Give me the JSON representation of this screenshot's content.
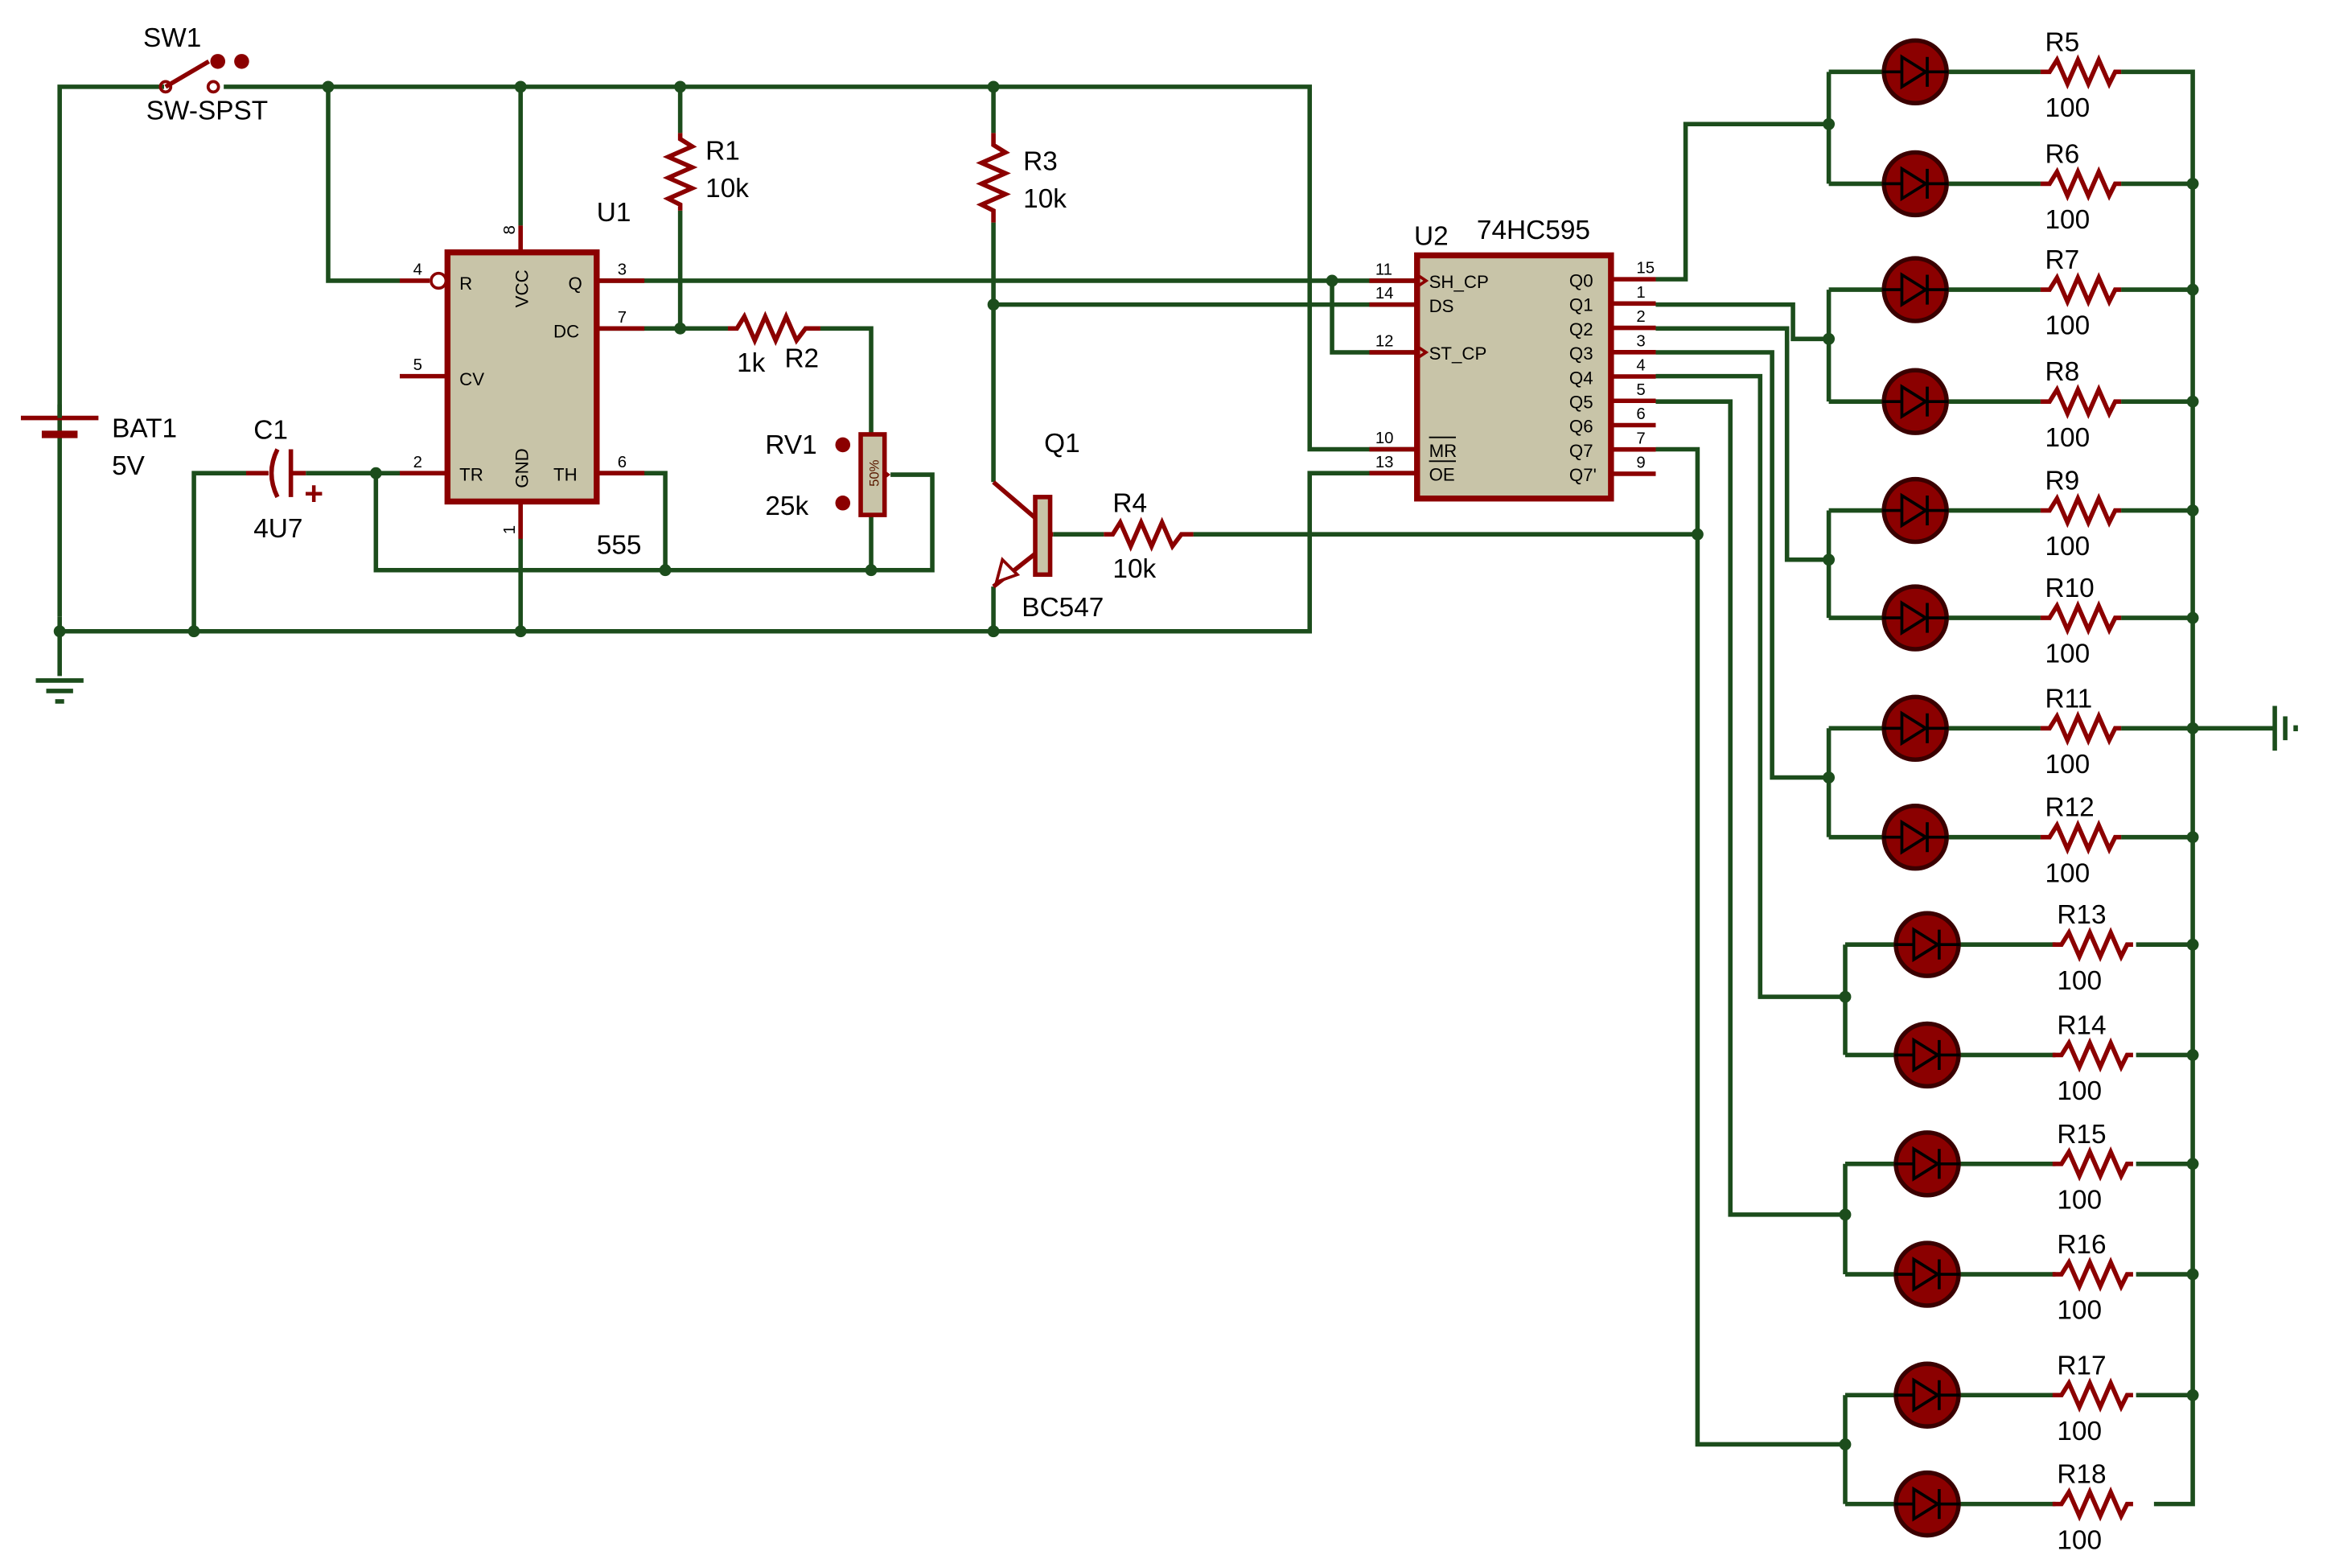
{
  "components": {
    "sw1": {
      "ref": "SW1",
      "value": "SW-SPST"
    },
    "bat1": {
      "ref": "BAT1",
      "value": "5V"
    },
    "c1": {
      "ref": "C1",
      "value": "4U7"
    },
    "r1": {
      "ref": "R1",
      "value": "10k"
    },
    "r2": {
      "ref": "R2",
      "value": "1k"
    },
    "r3": {
      "ref": "R3",
      "value": "10k"
    },
    "r4": {
      "ref": "R4",
      "value": "10k"
    },
    "rv1": {
      "ref": "RV1",
      "value": "25k",
      "wiper": "50%"
    },
    "q1": {
      "ref": "Q1",
      "value": "BC547"
    },
    "u1": {
      "ref": "U1",
      "value": "555",
      "pins": {
        "reset": "R",
        "cv": "CV",
        "tr": "TR",
        "q": "Q",
        "dc": "DC",
        "th": "TH",
        "vcc": "VCC",
        "gnd": "GND"
      },
      "pin_numbers": {
        "reset": "4",
        "cv": "5",
        "tr": "2",
        "q": "3",
        "dc": "7",
        "th": "6",
        "vcc": "8",
        "gnd": "1"
      }
    },
    "u2": {
      "ref": "U2",
      "value": "74HC595",
      "left_pins": [
        {
          "num": "11",
          "name": "SH_CP"
        },
        {
          "num": "14",
          "name": "DS"
        },
        {
          "num": "12",
          "name": "ST_CP"
        },
        {
          "num": "10",
          "name": "MR"
        },
        {
          "num": "13",
          "name": "OE"
        }
      ],
      "right_pins": [
        {
          "num": "15",
          "name": "Q0"
        },
        {
          "num": "1",
          "name": "Q1"
        },
        {
          "num": "2",
          "name": "Q2"
        },
        {
          "num": "3",
          "name": "Q3"
        },
        {
          "num": "4",
          "name": "Q4"
        },
        {
          "num": "5",
          "name": "Q5"
        },
        {
          "num": "6",
          "name": "Q6"
        },
        {
          "num": "7",
          "name": "Q7"
        },
        {
          "num": "9",
          "name": "Q7'"
        }
      ]
    },
    "led_resistors": [
      {
        "ref": "R5",
        "value": "100"
      },
      {
        "ref": "R6",
        "value": "100"
      },
      {
        "ref": "R7",
        "value": "100"
      },
      {
        "ref": "R8",
        "value": "100"
      },
      {
        "ref": "R9",
        "value": "100"
      },
      {
        "ref": "R10",
        "value": "100"
      },
      {
        "ref": "R11",
        "value": "100"
      },
      {
        "ref": "R12",
        "value": "100"
      },
      {
        "ref": "R13",
        "value": "100"
      },
      {
        "ref": "R14",
        "value": "100"
      },
      {
        "ref": "R15",
        "value": "100"
      },
      {
        "ref": "R16",
        "value": "100"
      },
      {
        "ref": "R17",
        "value": "100"
      },
      {
        "ref": "R18",
        "value": "100"
      }
    ]
  },
  "colors": {
    "wire": "#1c4d1c",
    "component": "#8b0000",
    "ic_fill": "#c8c4a8",
    "led_fill": "#8b0000",
    "background": "#ffffff"
  }
}
